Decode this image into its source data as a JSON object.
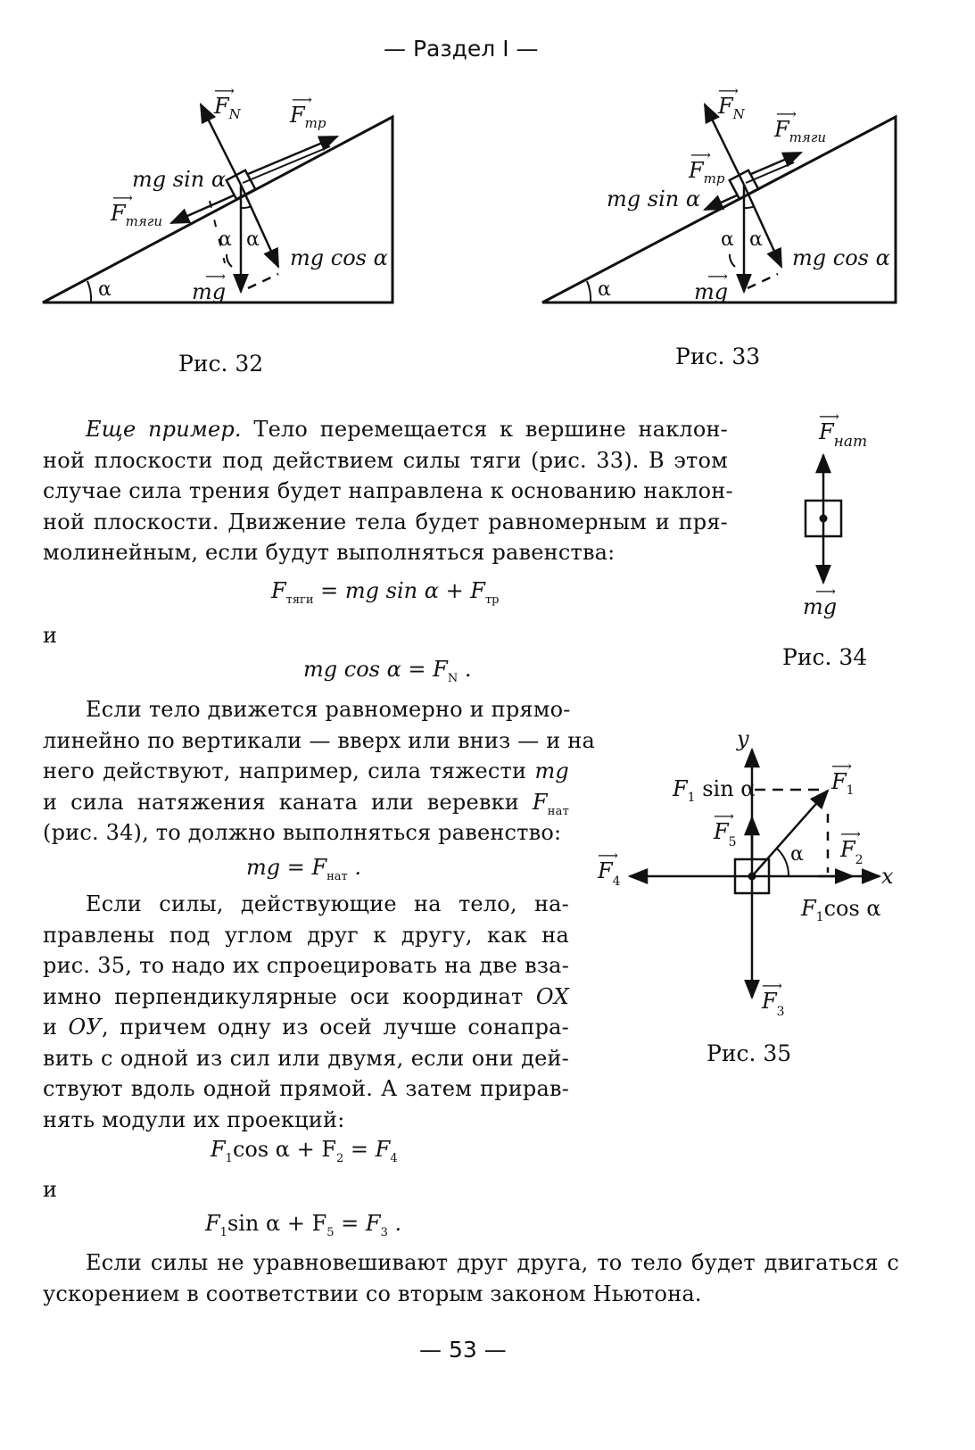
{
  "header": {
    "section": "— Раздел I —"
  },
  "figures": {
    "fig32": {
      "caption": "Рис. 32",
      "labels": {
        "fn": "F",
        "fn_sub": "N",
        "ftr": "F",
        "ftr_sub": "тр",
        "mgsin": "mg sin α",
        "fthrust": "F",
        "fthrust_sub": "тяги",
        "alpha1": "α",
        "alpha2": "α",
        "alpha3": "α",
        "mgcos": "mg cos α",
        "mg": "mg"
      }
    },
    "fig33": {
      "caption": "Рис. 33",
      "labels": {
        "fn": "F",
        "fn_sub": "N",
        "fthrust": "F",
        "fthrust_sub": "тяги",
        "ftr": "F",
        "ftr_sub": "тр",
        "mgsin": "mg sin α",
        "alpha1": "α",
        "alpha2": "α",
        "alpha3": "α",
        "mgcos": "mg cos α",
        "mg": "mg"
      }
    },
    "fig34": {
      "caption": "Рис. 34",
      "labels": {
        "fnat": "F",
        "fnat_sub": "нат",
        "mg": "mg"
      }
    },
    "fig35": {
      "caption": "Рис. 35",
      "labels": {
        "y": "y",
        "x": "x",
        "f1sin": "F",
        "f1sin_sub": "1",
        "f1sin_rest": " sin α",
        "f1": "F",
        "f1_sub": "1",
        "f5": "F",
        "f5_sub": "5",
        "alpha": "α",
        "f2": "F",
        "f2_sub": "2",
        "f4": "F",
        "f4_sub": "4",
        "f1cos": "F",
        "f1cos_sub": "1",
        "f1cos_rest": "cos α",
        "f3": "F",
        "f3_sub": "3"
      }
    }
  },
  "text": {
    "p1": {
      "lead": "Еще пример.",
      "l1": " Тело перемещается к вершине наклон-",
      "l2": "ной плоскости под действием силы тяги (рис. 33). В этом",
      "l3": "случае сила трения будет направлена к основанию наклон-",
      "l4": "ной плоскости. Движение тела будет равномерным и пря-",
      "l5": "молинейным, если будут выполняться равенства:"
    },
    "eq1": {
      "lhs": "F",
      "lhs_sub": "тяги",
      "mid": " = mg sin α + F",
      "rhs_sub": "тр"
    },
    "and1": "и",
    "eq2": {
      "lhs": "mg cos α = F",
      "sub": "N",
      "end": " ."
    },
    "p2": {
      "l1": "Если тело движется равномерно и прямо-",
      "l2": "линейно по вертикали — вверх или вниз — и на",
      "l3": "него действуют, например, сила тяжести",
      "l3_mg": " mg",
      "l4": "и сила натяжения каната или веревки",
      "l4_f": " F",
      "l4_sub": "нат",
      "l5": "(рис. 34), то должно выполняться равенство:"
    },
    "eq3": {
      "lhs": "mg = F",
      "sub": "нат",
      "end": " ."
    },
    "p3": {
      "l1": "Если силы, действующие на тело, на-",
      "l2": "правлены под углом друг к другу, как на",
      "l3": "рис. 35, то надо их спроецировать на две вза-",
      "l4a": "имно перпендикулярные оси координат ",
      "l4b": "ОХ",
      "l5a": "и ",
      "l5b": "ОУ",
      "l5c": ", причем одну из осей лучше сонапра-",
      "l6": "вить с одной из сил или двумя, если они дей-",
      "l7": "ствуют вдоль одной прямой. А затем прирав-",
      "l8": "нять модули их проекций:"
    },
    "eq4": {
      "a": "F",
      "a_sub": "1",
      "b": "cos α + F",
      "b_sub": "2",
      "c": " = F",
      "c_sub": "4"
    },
    "and2": "и",
    "eq5": {
      "a": "F",
      "a_sub": "1",
      "b": "sin α + F",
      "b_sub": "5",
      "c": " = F",
      "c_sub": "3",
      "end": " ."
    },
    "p4": {
      "l1": "Если силы не уравновешивают друг друга, то тело будет двигаться с",
      "l2": "ускорением в соответствии со вторым законом Ньютона."
    }
  },
  "footer": {
    "page_number": "— 53 —"
  }
}
